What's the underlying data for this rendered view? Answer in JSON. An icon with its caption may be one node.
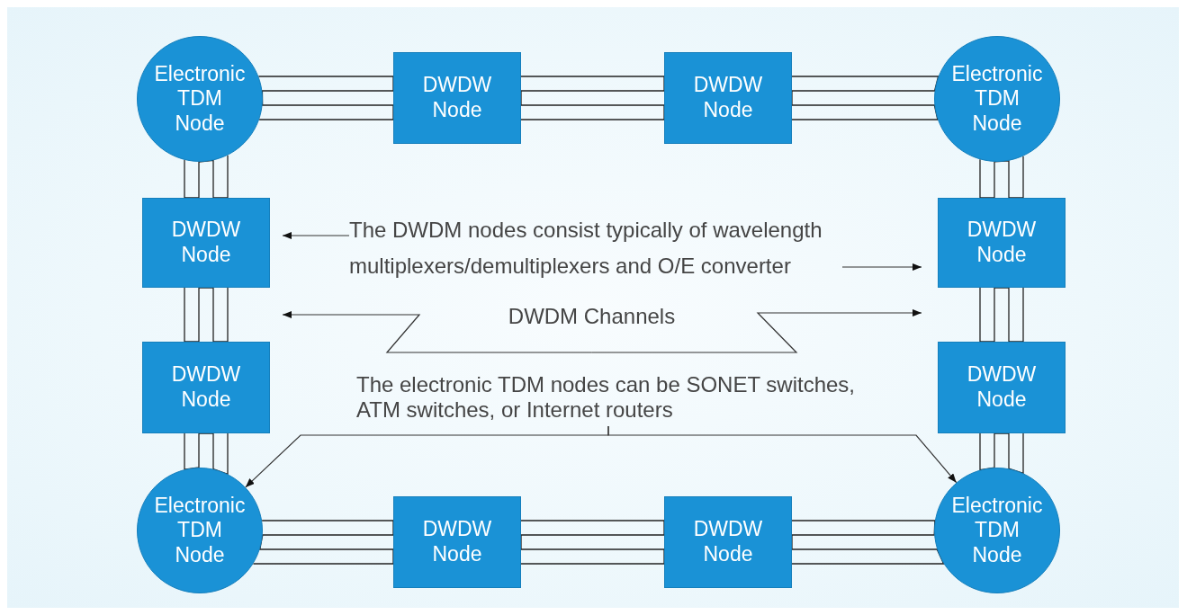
{
  "diagram": {
    "nodes": [
      {
        "text": [
          "Electronic TDM Node"
        ]
      },
      {
        "text": [
          "DWDW Node"
        ]
      },
      {
        "text": [
          "DWDW Node"
        ]
      },
      {
        "text": [
          "Electronic TDM Node"
        ]
      },
      {
        "text": [
          "DWDW Node"
        ]
      },
      {
        "text": [
          "DWDW Node"
        ]
      },
      {
        "text": [
          "The DWDM nodes consist typically of wavelength multiplexers/demultiplexers and O/E converter"
        ]
      },
      {
        "text": [
          "DWDM Channels"
        ]
      },
      {
        "text": [
          "DWDW Node"
        ]
      },
      {
        "text": [
          "DWDW Node"
        ]
      },
      {
        "text": [
          "The electronic TDM nodes can be SONET switches, ATM switches, or Internet routers"
        ]
      },
      {
        "text": [
          "Electronic TDM Node"
        ]
      },
      {
        "text": [
          "DWDW Node"
        ]
      },
      {
        "text": [
          "DWDW Node"
        ]
      },
      {
        "text": [
          "Electronic TDM Node"
        ]
      }
    ],
    "edges": [
      {
        "from": 0,
        "to": 1,
        "arrow": "none"
      },
      {
        "from": 1,
        "to": 2,
        "arrow": "none"
      },
      {
        "from": 2,
        "to": 3,
        "arrow": "none"
      },
      {
        "from": 3,
        "to": 5,
        "arrow": "none"
      },
      {
        "from": 5,
        "to": 9,
        "arrow": "none"
      },
      {
        "from": 9,
        "to": 14,
        "arrow": "none"
      },
      {
        "from": 14,
        "to": 13,
        "arrow": "none"
      },
      {
        "from": 13,
        "to": 12,
        "arrow": "none"
      },
      {
        "from": 12,
        "to": 11,
        "arrow": "none"
      },
      {
        "from": 11,
        "to": 8,
        "arrow": "none"
      },
      {
        "from": 8,
        "to": 4,
        "arrow": "none"
      },
      {
        "from": 4,
        "to": 0,
        "arrow": "none"
      },
      {
        "from": 6,
        "to": 4,
        "arrow": "to"
      },
      {
        "from": 6,
        "to": 5,
        "arrow": "to"
      },
      {
        "from": 7,
        "to": null,
        "arrow": "to"
      },
      {
        "from": 7,
        "to": null,
        "arrow": "to"
      },
      {
        "from": 10,
        "to": 11,
        "arrow": "to"
      },
      {
        "from": 10,
        "to": 14,
        "arrow": "to"
      }
    ]
  }
}
